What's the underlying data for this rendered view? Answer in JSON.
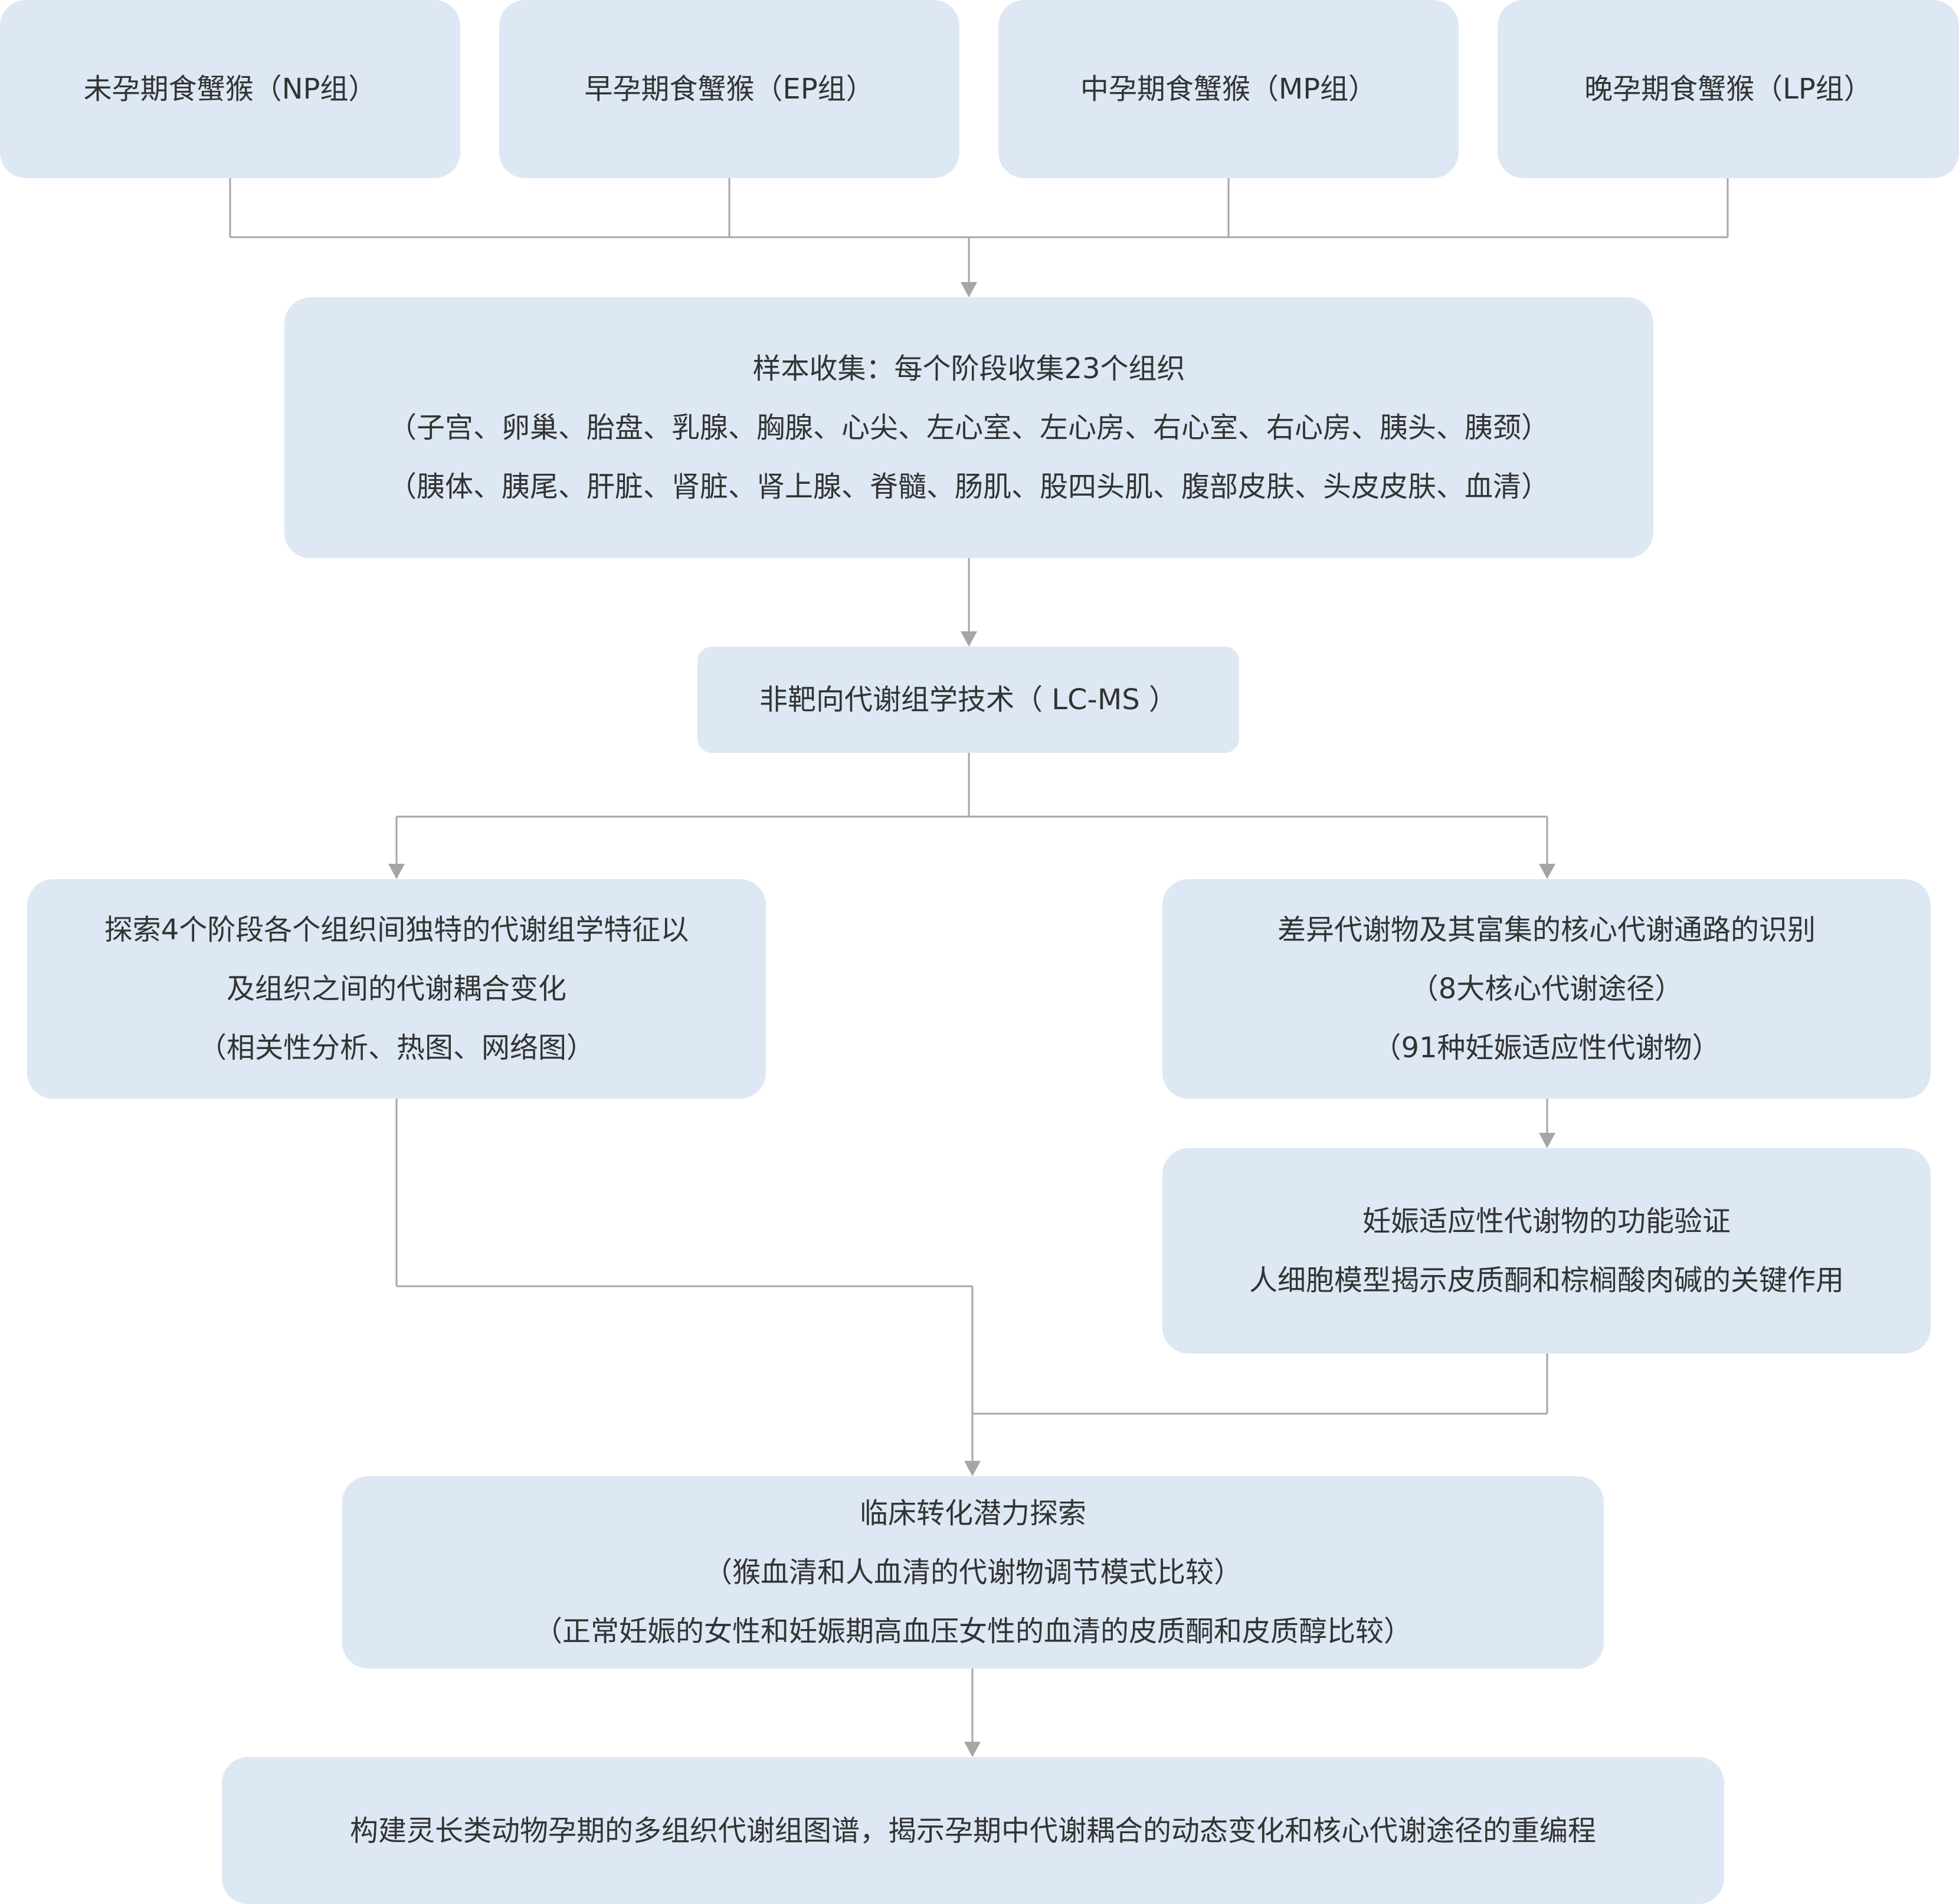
{
  "colors": {
    "box_fill": "#dde8f4",
    "text": "#333333",
    "connector": "#a6a6a6"
  },
  "groups": [
    "未孕期食蟹猴（NP组）",
    "早孕期食蟹猴（EP组）",
    "中孕期食蟹猴（MP组）",
    "晚孕期食蟹猴（LP组）"
  ],
  "sample_collection": {
    "title": "样本收集：每个阶段收集23个组织",
    "tissues_1": "（子宫、卵巢、胎盘、乳腺、胸腺、心尖、左心室、左心房、右心室、右心房、胰头、胰颈）",
    "tissues_2": "（胰体、胰尾、肝脏、肾脏、肾上腺、脊髓、肠肌、股四头肌、腹部皮肤、头皮皮肤、血清）"
  },
  "technique": "非靶向代谢组学技术（ LC-MS ）",
  "explore_features": {
    "line1": "探索4个阶段各个组织间独特的代谢组学特征以",
    "line2": "及组织之间的代谢耦合变化",
    "line3": "（相关性分析、热图、网络图）"
  },
  "differential": {
    "line1": "差异代谢物及其富集的核心代谢通路的识别",
    "line2": "（8大核心代谢途径）",
    "line3": "（91种妊娠适应性代谢物）"
  },
  "validation": {
    "line1": "妊娠适应性代谢物的功能验证",
    "line2": "人细胞模型揭示皮质酮和棕榈酸肉碱的关键作用"
  },
  "clinical": {
    "line1": "临床转化潜力探索",
    "line2": "（猴血清和人血清的代谢物调节模式比较）",
    "line3": "（正常妊娠的女性和妊娠期高血压女性的血清的皮质酮和皮质醇比较）"
  },
  "conclusion": "构建灵长类动物孕期的多组织代谢组图谱，揭示孕期中代谢耦合的动态变化和核心代谢途径的重编程"
}
